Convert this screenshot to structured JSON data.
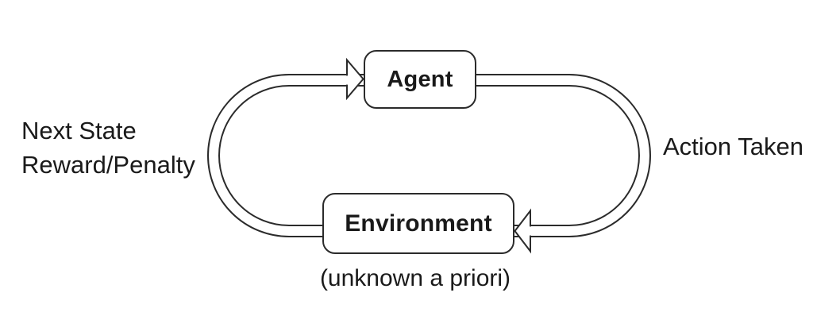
{
  "diagram": {
    "type": "cycle",
    "nodes": {
      "agent": {
        "label": "Agent"
      },
      "environment": {
        "label": "Environment",
        "caption": "(unknown a priori)"
      }
    },
    "edges": {
      "environment_to_agent": {
        "label_line1": "Next State",
        "label_line2": "Reward/Penalty",
        "arrow_points_into": "agent"
      },
      "agent_to_environment": {
        "label": "Action Taken",
        "arrow_points_into": "environment"
      }
    },
    "colors": {
      "line": "#2b2b2b",
      "text": "#1a1a1a",
      "background": "#ffffff"
    }
  }
}
